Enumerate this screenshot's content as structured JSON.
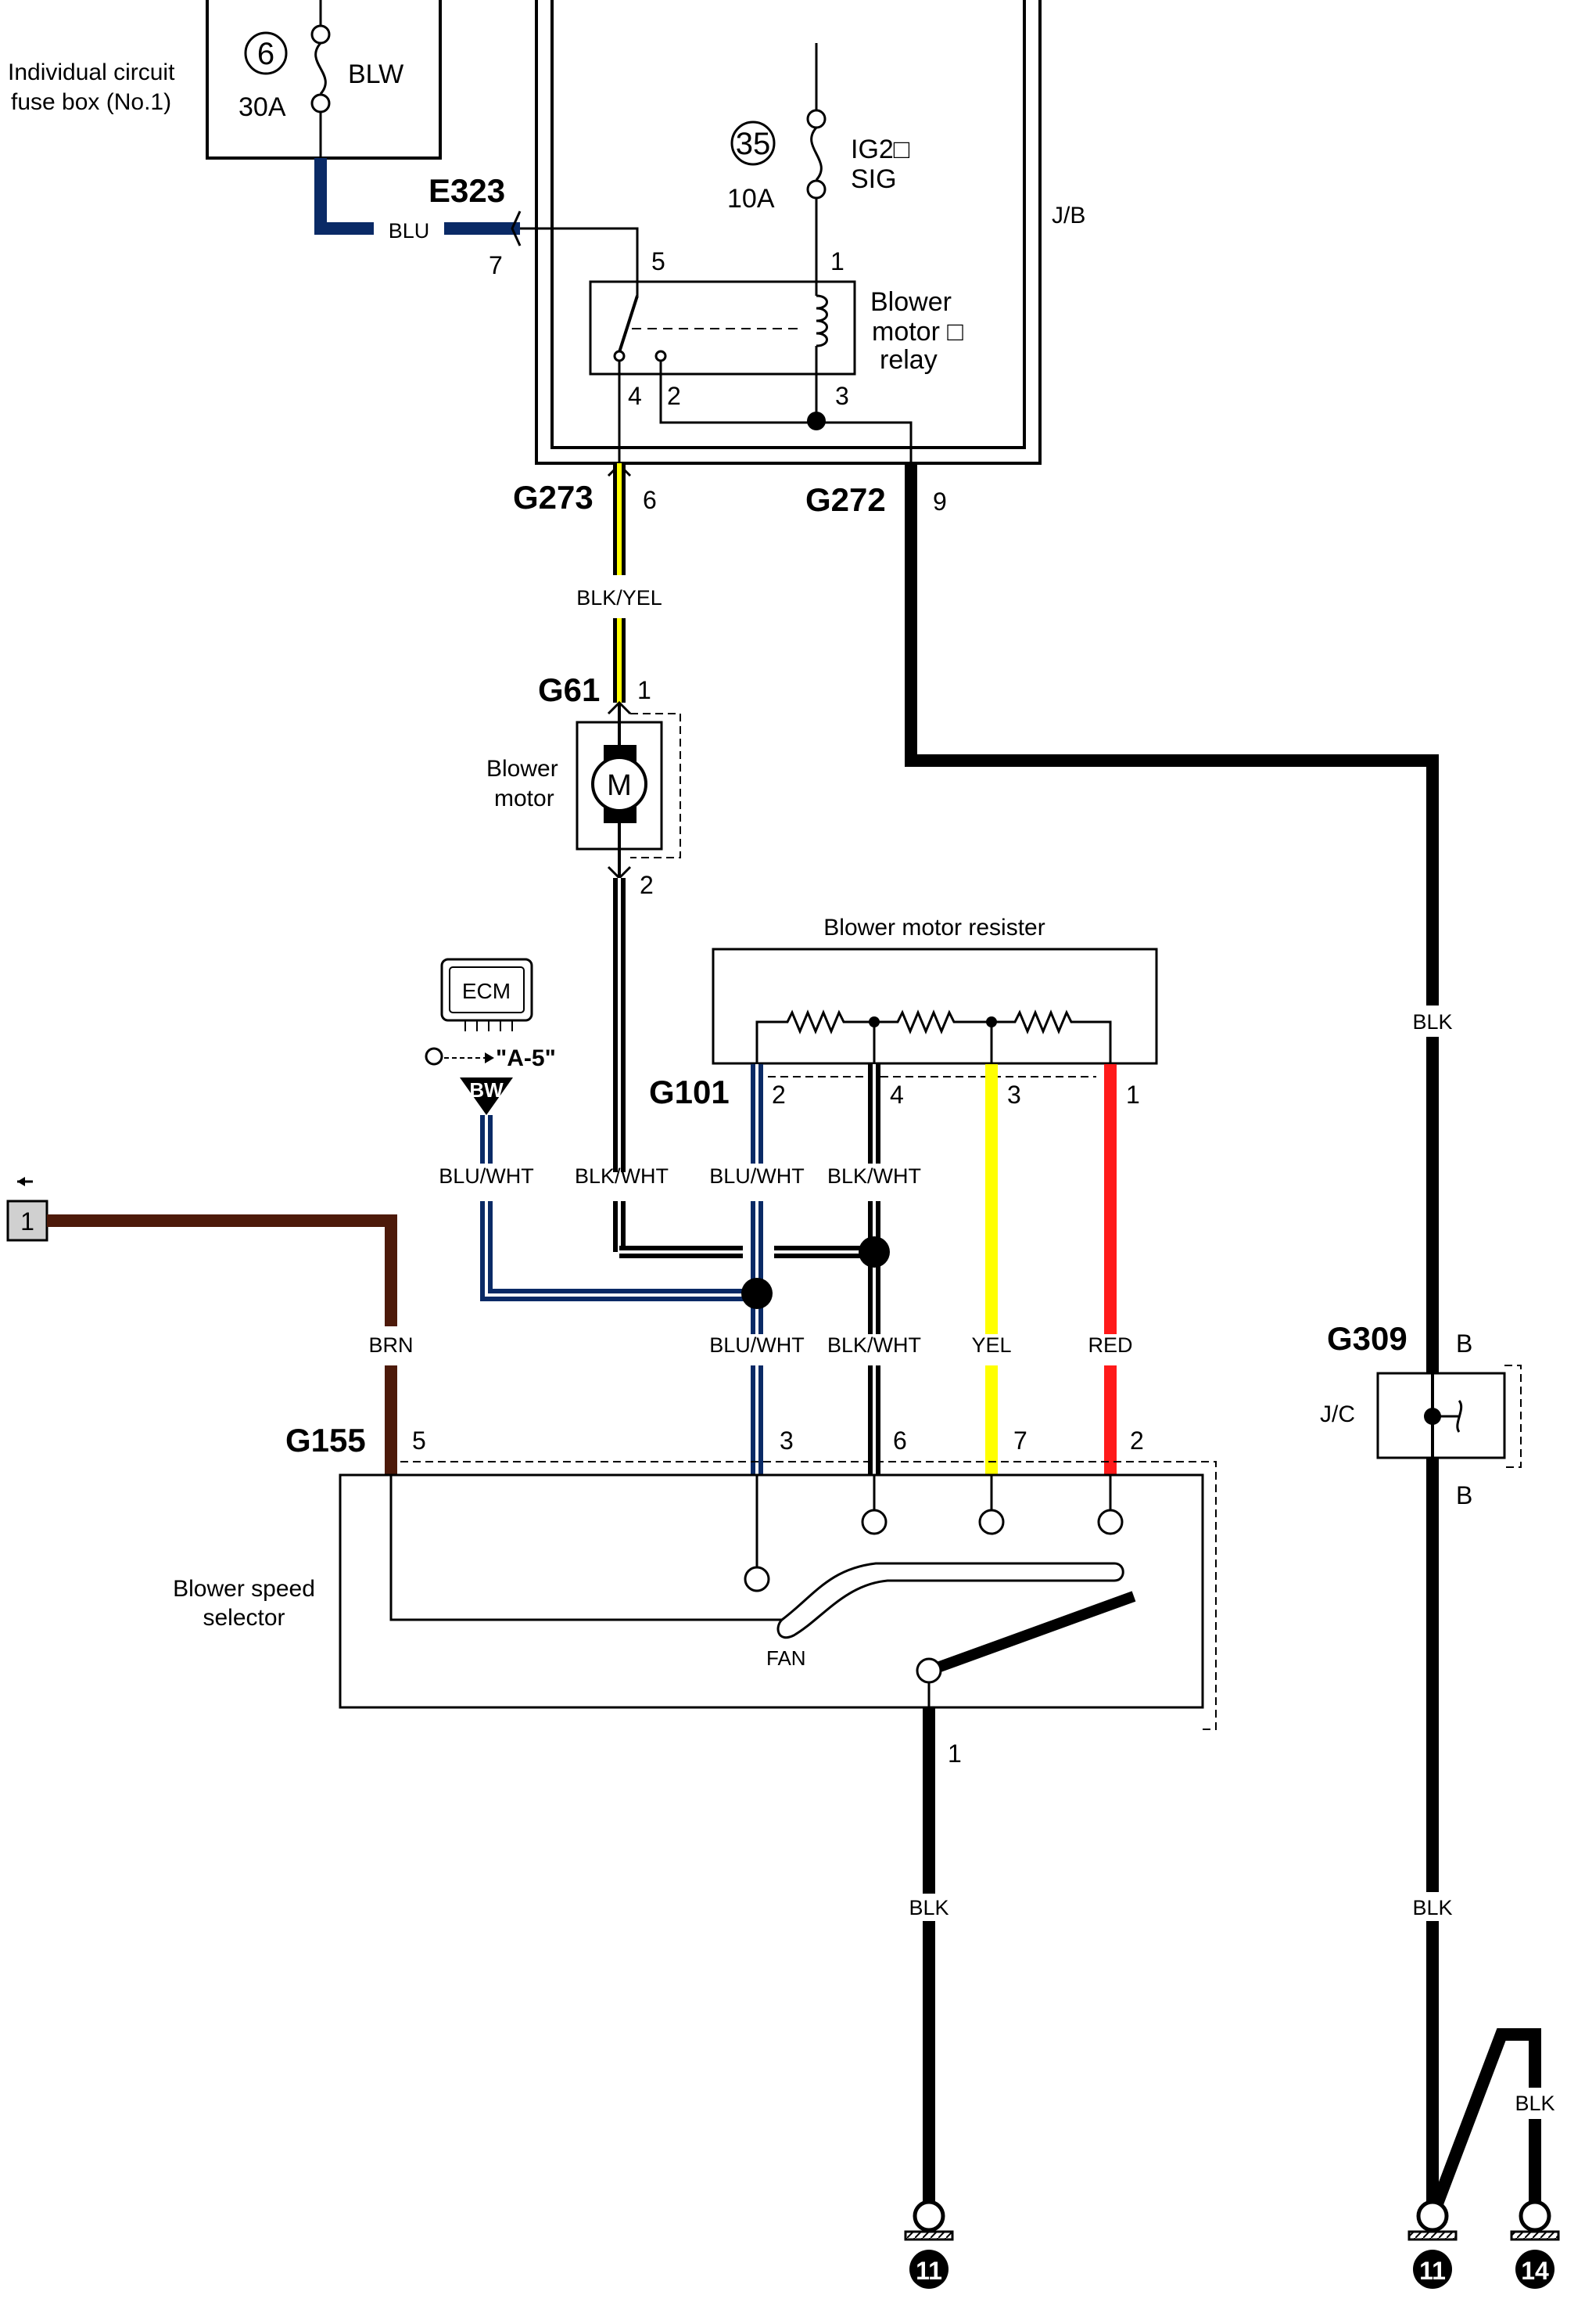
{
  "jb_label": "J/B",
  "fuse_box": {
    "label_line1": "Individual circuit",
    "label_line2": "fuse box (No.1)",
    "fuse_number": "6",
    "fuse_rating": "30A",
    "fuse_name": "BLW"
  },
  "jb_fuse": {
    "number": "35",
    "rating": "10A",
    "name_line1": "IG2□",
    "name_line2": "SIG"
  },
  "relay": {
    "label_line1": "Blower",
    "label_line2": "motor □",
    "label_line3": "relay",
    "pins": {
      "p5": "5",
      "p1": "1",
      "p4": "4",
      "p2": "2",
      "p3": "3"
    }
  },
  "connectors": {
    "e323": {
      "name": "E323",
      "pin": "7"
    },
    "g273": {
      "name": "G273",
      "pin": "6"
    },
    "g272": {
      "name": "G272",
      "pin": "9"
    },
    "g61": {
      "name": "G61",
      "pin1": "1",
      "pin2": "2"
    },
    "g101": {
      "name": "G101",
      "pins": [
        "2",
        "4",
        "3",
        "1"
      ]
    },
    "g155": {
      "name": "G155",
      "pins": [
        "5",
        "3",
        "6",
        "7",
        "2"
      ],
      "pin_bottom": "1"
    },
    "g309": {
      "name": "G309",
      "pin_top": "B",
      "pin_bottom": "B",
      "jc_label": "J/C"
    }
  },
  "components": {
    "blower_motor_line1": "Blower",
    "blower_motor_line2": "motor",
    "motor_symbol": "M",
    "resister_label": "Blower motor resister",
    "selector_line1": "Blower speed",
    "selector_line2": "selector",
    "fan_label": "FAN",
    "ecm_label": "ECM",
    "ecm_ref": "\"A-5\"",
    "ecm_connector": "BW",
    "offpage_ref": "1"
  },
  "wires": {
    "blu": "BLU",
    "blk_yel": "BLK/YEL",
    "blk": "BLK",
    "blu_wht": "BLU/WHT",
    "blk_wht": "BLK/WHT",
    "yel": "YEL",
    "red": "RED",
    "brn": "BRN"
  },
  "grounds": [
    "11",
    "11",
    "14"
  ],
  "colors": {
    "blu": "#0a2a66",
    "yel": "#ffff00",
    "red": "#ff1a1a",
    "brn": "#4d1a0a",
    "blk": "#000000"
  }
}
